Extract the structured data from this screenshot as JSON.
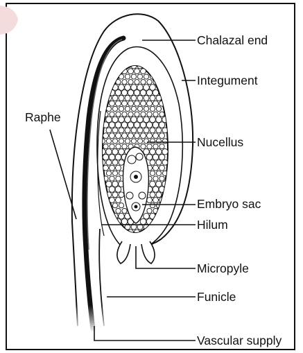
{
  "diagram": {
    "labels": {
      "chalazal_end": "Chalazal end",
      "integument": "Integument",
      "raphe": "Raphe",
      "nucellus": "Nucellus",
      "embryo_sac": "Embryo sac",
      "hilum": "Hilum",
      "micropyle": "Micropyle",
      "funicle": "Funicle",
      "vascular_supply": "Vascular supply"
    },
    "colors": {
      "line": "#111111",
      "background": "#ffffff",
      "watermark": "#f2dede"
    }
  }
}
